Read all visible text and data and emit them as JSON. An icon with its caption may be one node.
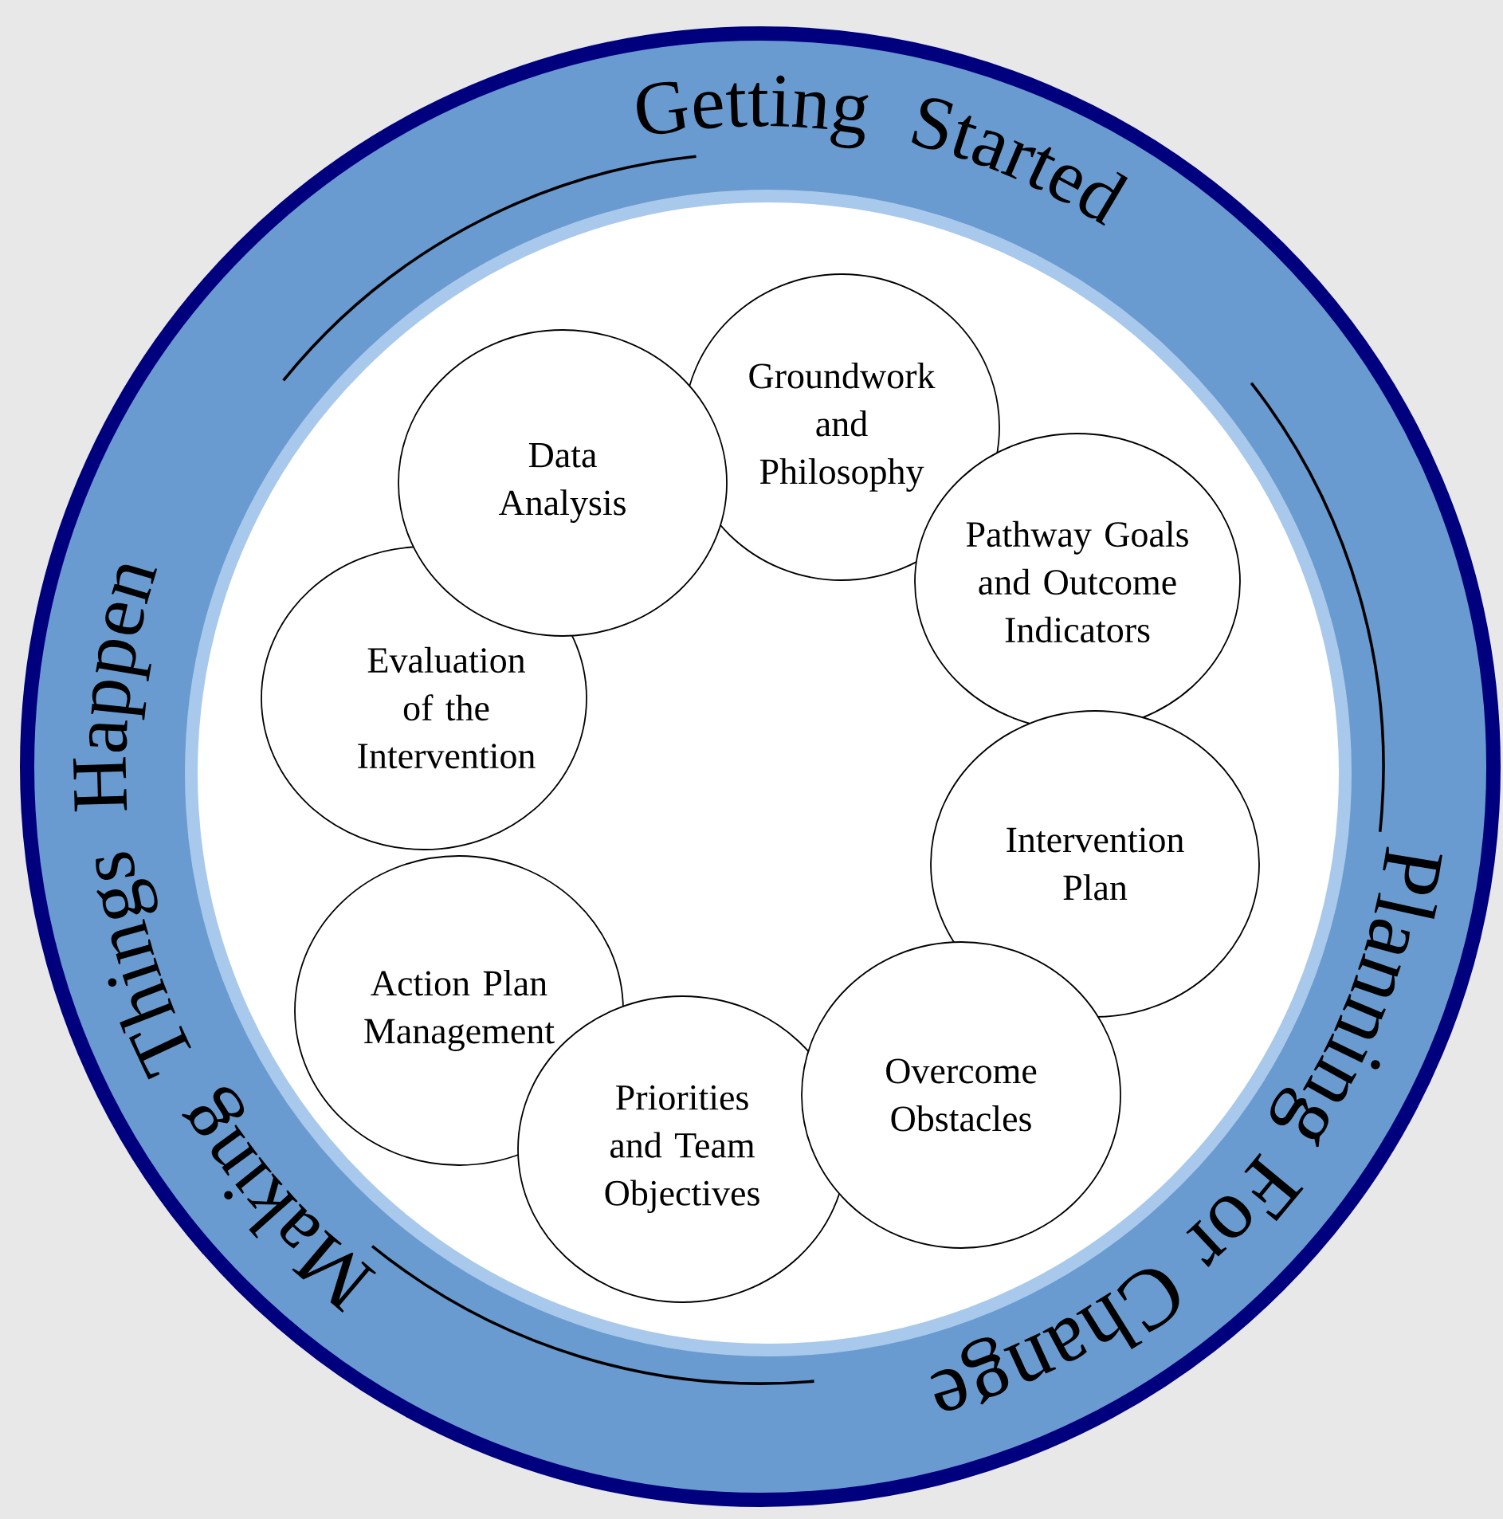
{
  "diagram": {
    "nodes": [
      {
        "text": [
          "Groundwork and Philosophy"
        ]
      },
      {
        "text": [
          "Pathway Goals and Outcome Indicators"
        ]
      },
      {
        "text": [
          "Intervention Plan"
        ]
      },
      {
        "text": [
          "Overcome Obstacles"
        ]
      },
      {
        "text": [
          "Priorities and Team Objectives"
        ]
      },
      {
        "text": [
          "Action Plan Management"
        ]
      },
      {
        "text": [
          "Evaluation of the Intervention"
        ]
      },
      {
        "text": [
          "Data Analysis"
        ]
      }
    ],
    "labels": [
      "Getting Started",
      "Planning For Change",
      "Making Things Happen"
    ]
  }
}
